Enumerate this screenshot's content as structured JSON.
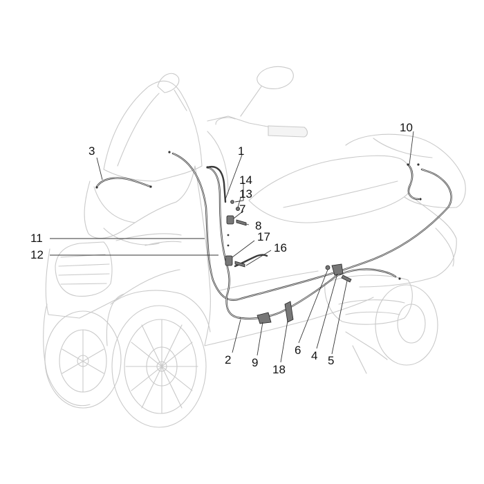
{
  "diagram": {
    "callouts": {
      "c1": "1",
      "c2": "2",
      "c3": "3",
      "c4": "4",
      "c5": "5",
      "c6": "6",
      "c7": "7",
      "c8": "8",
      "c9": "9",
      "c10": "10",
      "c11": "11",
      "c12": "12",
      "c13": "13",
      "c14": "14",
      "c16": "16",
      "c17": "17",
      "c18": "18"
    }
  }
}
